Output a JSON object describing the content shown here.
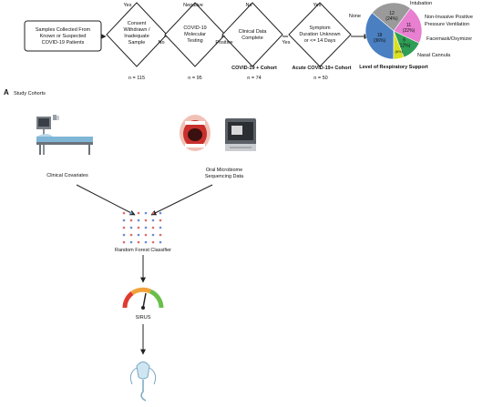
{
  "flow": {
    "start_box": [
      "Samples Collected From",
      "Known or Suspected",
      "COVID-19 Patients"
    ],
    "decision1": {
      "lines": [
        "Consent",
        "Withdrawn /",
        "Inadequate",
        "Sample"
      ],
      "yes_label": "Yes",
      "no_label": "No",
      "count": "n = 115"
    },
    "decision2": {
      "lines": [
        "COVID-19",
        "Molecular",
        "Testing"
      ],
      "top_label": "Negative",
      "right_label": "Positive",
      "count": "n = 95"
    },
    "decision3": {
      "lines": [
        "Clinical Data",
        "Complete"
      ],
      "top_label": "No",
      "right_label": "Yes",
      "count": "n = 74",
      "cohort": "COVID-19 + Cohort"
    },
    "decision4": {
      "lines": [
        "Symptom",
        "Duration Unknown",
        "or <= 14 Days"
      ],
      "top_label": "Yes",
      "count": "n = 50",
      "cohort": "Acute COVID-19+ Cohort"
    }
  },
  "pie_chart": {
    "title": "Level of Respiratory Support",
    "labels": {
      "none": "None",
      "intubation": "Intubation",
      "niv": [
        "Non-Invasive Positive",
        "Pressure Ventilation"
      ],
      "facemask": "Facemask/Oxymizer",
      "nasal": "Nasal Cannula"
    }
  },
  "chart_data": {
    "type": "pie",
    "title": "Level of Respiratory Support",
    "slices": [
      {
        "name": "None",
        "value": 12,
        "label": "12",
        "percent_label": "(24%)",
        "color": "#9a9a9a"
      },
      {
        "name": "Intubation",
        "value": 11,
        "label": "11",
        "percent_label": "(22%)",
        "color": "#e87fd0"
      },
      {
        "name": "Non-Invasive Positive Pressure Ventilation",
        "value": 6,
        "label": "6",
        "percent_label": "(12%)",
        "color": "#2f9e55"
      },
      {
        "name": "Facemask/Oxymizer",
        "value": 3,
        "label": "3 (6%)",
        "percent_label": "",
        "color": "#d8e020"
      },
      {
        "name": "Nasal Cannula",
        "value": 18,
        "label": "18",
        "percent_label": "(36%)",
        "color": "#4a7fc1"
      }
    ]
  },
  "section_a": {
    "letter": "A",
    "title": "Study Cohorts",
    "clinical_label": "Clinical Covariates",
    "oral_label": [
      "Oral Microbiome",
      "Sequencing Data"
    ],
    "rf_label": "Random Forest Classifier",
    "sirus_label": "SIRUS"
  },
  "colors": {
    "line": "#222222",
    "mouth": "#d9574f",
    "sequencer": "#5b5f66",
    "gauge_red": "#e03a2f",
    "gauge_orange": "#f2a23a",
    "gauge_green": "#6abf4b",
    "dot_red": "#e06a6a",
    "dot_blue": "#6a8ad6"
  }
}
